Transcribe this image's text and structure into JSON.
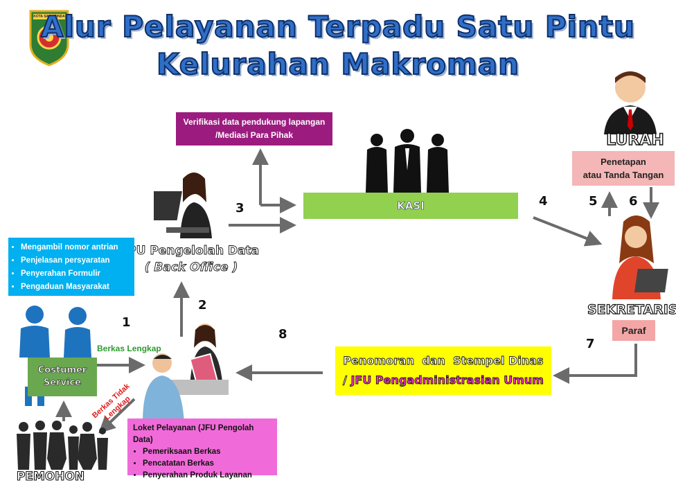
{
  "title": {
    "line1": "Alur Pelayanan Terpadu Satu Pintu",
    "line2": "Kelurahan Makroman"
  },
  "logo": {
    "text": "KOTA SAMARINDA"
  },
  "verifikasi": {
    "line1": "Verifikasi data pendukung lapangan",
    "line2": "/Mediasi Para Pihak"
  },
  "kasi": {
    "label": "KASI"
  },
  "lurah": {
    "label": "LURAH"
  },
  "penetapan": {
    "line1": "Penetapan",
    "line2": "atau Tanda Tangan"
  },
  "jpu": {
    "line1": "JPU Pengelolah Data",
    "line2": "( Back Office )"
  },
  "cs_list": {
    "items": [
      "Mengambil nomor antrian",
      "Penjelasan persyaratan",
      "Penyerahan Formulir",
      "Pengaduan Masyarakat"
    ]
  },
  "cs_desk": {
    "line1": "Costumer",
    "line2": "Service"
  },
  "berkas_lengkap": "Berkas Lengkap",
  "berkas_tidak": {
    "line1": "Berkas Tidak",
    "line2": "Lengkap"
  },
  "sekretaris": {
    "label": "SEKRETARIS",
    "paraf": "Paraf"
  },
  "penomoran": {
    "line1": "Penomoran  dan  Stempel Dinas",
    "prefix": "/ ",
    "line2": "JFU Pengadministrasian Umum"
  },
  "loket": {
    "title": "Loket Pelayanan (JFU Pengolah Data)",
    "items": [
      "Pemeriksaan Berkas",
      "Pencatatan Berkas",
      "Penyerahan Produk Layanan"
    ]
  },
  "pemohon": {
    "label": "PEMOHON"
  },
  "steps": {
    "s1": "1",
    "s2": "2",
    "s3": "3",
    "s4": "4",
    "s5": "5",
    "s6": "6",
    "s7": "7",
    "s8": "8"
  },
  "colors": {
    "title": "#2f6fc9",
    "verifikasi_bg": "#9b1c7e",
    "kasi_bg": "#92d050",
    "penetapan_bg": "#f4b6b6",
    "cs_list_bg": "#00b0f0",
    "cs_desk_bg": "#6aa84f",
    "penomoran_bg": "#ffff00",
    "penomoran_highlight": "#ff33cc",
    "loket_bg": "#f06bd9",
    "paraf_bg": "#f4a6a6",
    "arrow": "#6b6b6b",
    "person_blue": "#1e73be"
  }
}
